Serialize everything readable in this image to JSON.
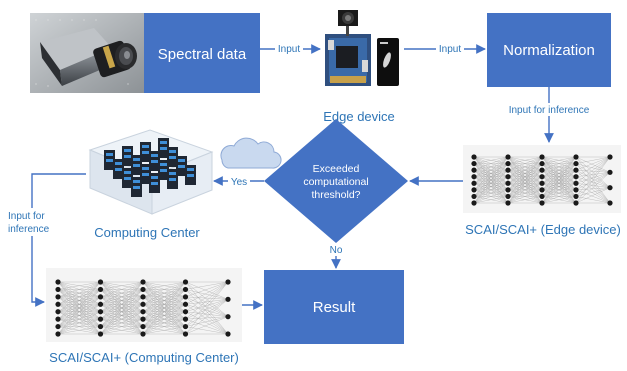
{
  "boxes": {
    "spectral": "Spectral data",
    "normalization": "Normalization",
    "result": "Result"
  },
  "decision": {
    "line1": "Exceeded",
    "line2": "computational",
    "line3": "threshold?"
  },
  "captions": {
    "edge_device": "Edge device",
    "computing_center": "Computing Center",
    "scai_edge": "SCAI/SCAI+ (Edge device)",
    "scai_cc": "SCAI/SCAI+ (Computing Center)"
  },
  "edge_labels": {
    "input1": "Input",
    "input2": "Input",
    "input_inference": "Input for inference",
    "yes": "Yes",
    "no": "No",
    "input_for_line1": "Input for",
    "input_for_line2": "inference"
  },
  "colors": {
    "box_fill": "#4472C4",
    "box_text": "#ffffff",
    "caption_text": "#2E75B6",
    "arrow": "#4472C4"
  },
  "icons": {
    "camera": "spectral-camera-image",
    "edge_board": "edge-board-image",
    "cloud": "cloud-icon",
    "datacenter": "datacenter-image",
    "nn": "neural-network-image"
  }
}
